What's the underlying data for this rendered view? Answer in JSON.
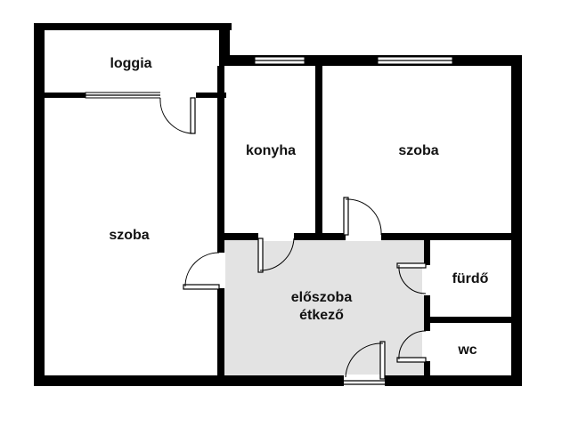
{
  "plan": {
    "rooms": {
      "loggia": "loggia",
      "kitchen": "konyha",
      "room_left": "szoba",
      "room_right": "szoba",
      "hall_line1": "előszoba",
      "hall_line2": "étkező",
      "bathroom": "fürdő",
      "wc": "wc"
    },
    "colors": {
      "wall": "#000000",
      "hall_fill": "#e3e3e3",
      "background": "#ffffff"
    }
  }
}
